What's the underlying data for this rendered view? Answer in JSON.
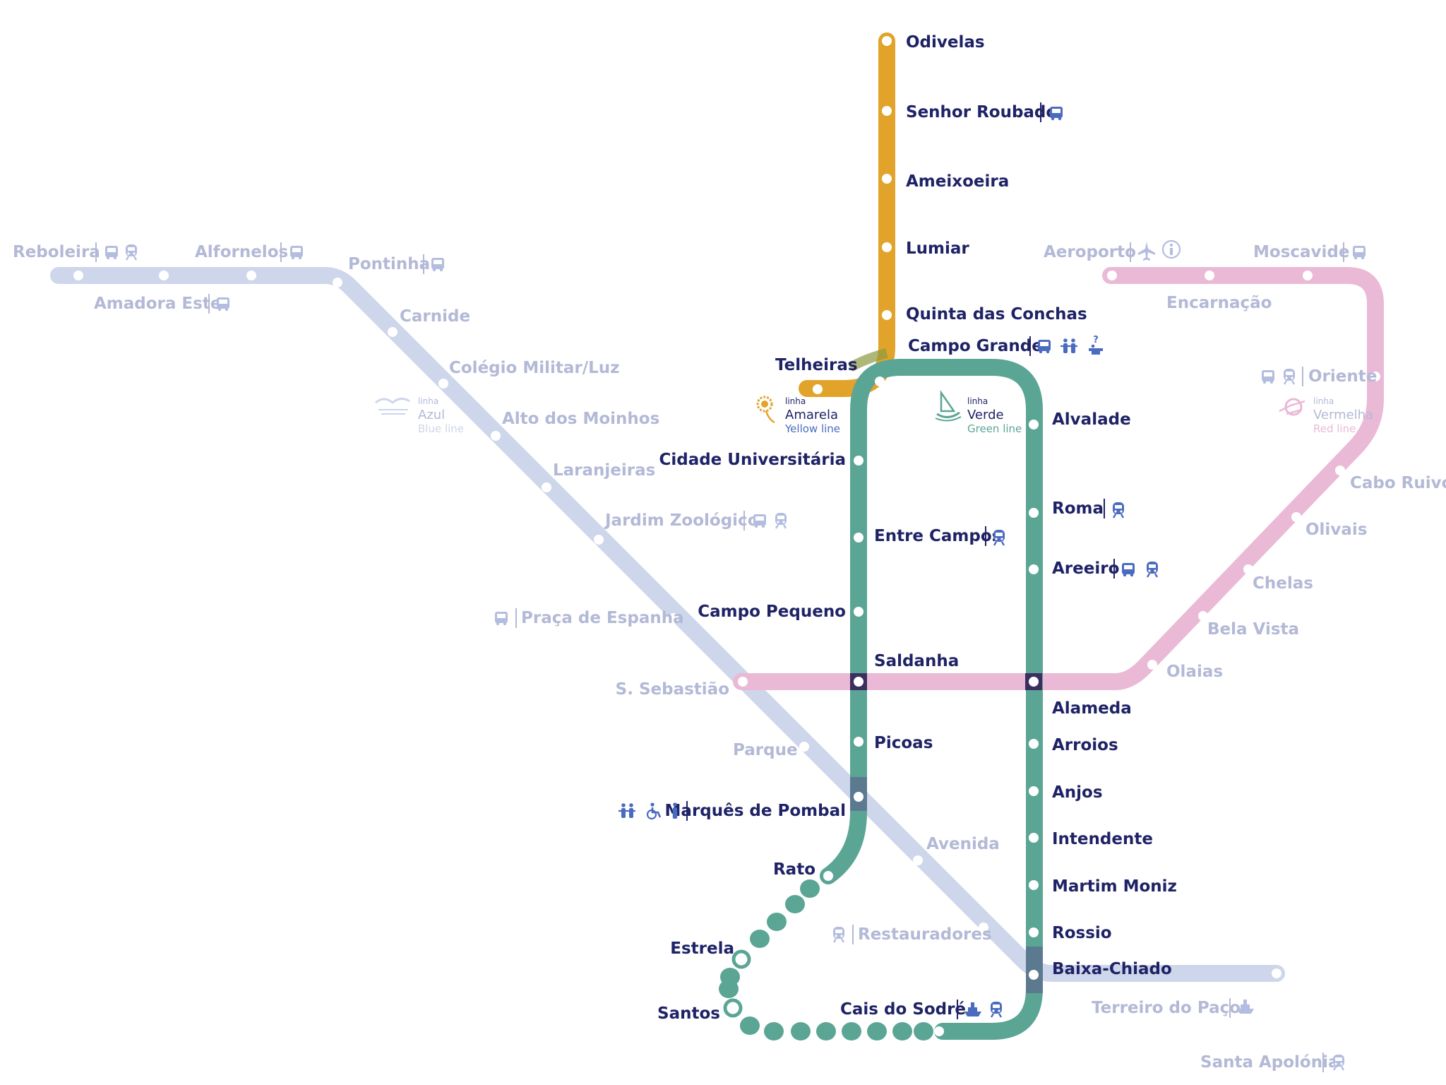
{
  "colors": {
    "yellow": "#e2a32a",
    "green": "#5ba595",
    "blue_faded": "#cdd6ea",
    "red_faded": "#eab9d6",
    "active_text": "#1f2366",
    "faded_text": "#b3b9d6",
    "icon_active": "#4a6bc0",
    "icon_faded": "#b3bde0",
    "interchange": "#3a2f5e"
  },
  "legend": {
    "yellow": {
      "prefix": "linha",
      "name": "Amarela",
      "english": "Yellow line",
      "icon": "sunflower-icon"
    },
    "green": {
      "prefix": "linha",
      "name": "Verde",
      "english": "Green line",
      "icon": "caravel-icon"
    },
    "blue": {
      "prefix": "linha",
      "name": "Azul",
      "english": "Blue line",
      "icon": "seagull-icon"
    },
    "red": {
      "prefix": "linha",
      "name": "Vermelha",
      "english": "Red line",
      "icon": "compass-icon"
    }
  },
  "stations": {
    "odivelas": "Odivelas",
    "senhor_roubado": "Senhor Roubado",
    "ameixoeira": "Ameixoeira",
    "lumiar": "Lumiar",
    "quinta_das_conchas": "Quinta das Conchas",
    "campo_grande": "Campo Grande",
    "telheiras": "Telheiras",
    "cidade_universitaria": "Cidade Universitária",
    "entre_campos": "Entre Campos",
    "campo_pequeno": "Campo Pequeno",
    "saldanha": "Saldanha",
    "picoas": "Picoas",
    "marques_de_pombal": "Marquês de Pombal",
    "rato": "Rato",
    "estrela": "Estrela",
    "santos": "Santos",
    "cais_do_sodre": "Cais do Sodré",
    "alvalade": "Alvalade",
    "roma": "Roma",
    "areeiro": "Areeiro",
    "alameda": "Alameda",
    "arroios": "Arroios",
    "anjos": "Anjos",
    "intendente": "Intendente",
    "martim_moniz": "Martim Moniz",
    "rossio": "Rossio",
    "baixa_chiado": "Baixa-Chiado",
    "reboleira": "Reboleira",
    "amadora_este": "Amadora Este",
    "alfornelos": "Alfornelos",
    "pontinha": "Pontinha",
    "carnide": "Carnide",
    "colegio_militar": "Colégio Militar/Luz",
    "alto_dos_moinhos": "Alto dos Moinhos",
    "laranjeiras": "Laranjeiras",
    "jardim_zoologico": "Jardim Zoológico",
    "praca_de_espanha": "Praça de Espanha",
    "s_sebastiao": "S. Sebastião",
    "parque": "Parque",
    "avenida": "Avenida",
    "restauradores": "Restauradores",
    "terreiro_do_paco": "Terreiro do Paço",
    "santa_apolonia": "Santa Apolónia",
    "aeroporto": "Aeroporto",
    "encarnacao": "Encarnação",
    "moscavide": "Moscavide",
    "oriente": "Oriente",
    "cabo_ruivo": "Cabo Ruivo",
    "olivais": "Olivais",
    "chelas": "Chelas",
    "bela_vista": "Bela Vista",
    "olaias": "Olaias"
  },
  "station_icons": {
    "senhor_roubado": [
      "bus-icon"
    ],
    "campo_grande": [
      "bus-icon",
      "family-icon",
      "information-desk-icon"
    ],
    "entre_campos": [
      "train-icon"
    ],
    "roma": [
      "train-icon"
    ],
    "areeiro": [
      "bus-icon",
      "train-icon"
    ],
    "marques_de_pombal": [
      "family-icon",
      "wheelchair-icon",
      "person-icon"
    ],
    "cais_do_sodre": [
      "ferry-icon",
      "train-icon"
    ],
    "reboleira": [
      "bus-icon",
      "train-icon"
    ],
    "amadora_este": [
      "bus-icon"
    ],
    "alfornelos": [
      "bus-icon"
    ],
    "pontinha": [
      "bus-icon"
    ],
    "jardim_zoologico": [
      "bus-icon",
      "train-icon"
    ],
    "praca_de_espanha": [
      "bus-icon"
    ],
    "restauradores": [
      "train-icon"
    ],
    "terreiro_do_paco": [
      "ferry-icon"
    ],
    "santa_apolonia": [
      "train-icon"
    ],
    "aeroporto": [
      "airplane-icon",
      "information-icon"
    ],
    "moscavide": [
      "bus-icon"
    ],
    "oriente": [
      "bus-icon",
      "train-icon"
    ]
  }
}
